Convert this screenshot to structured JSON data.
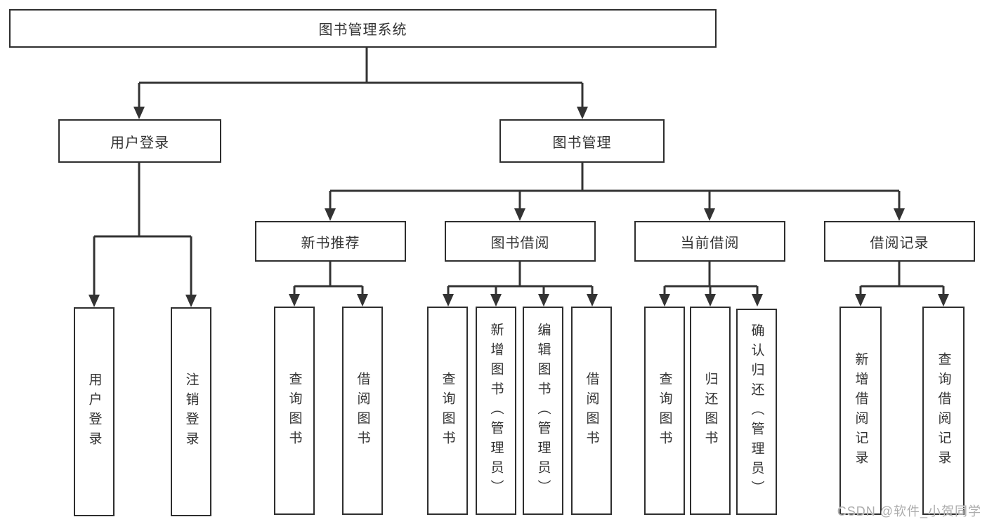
{
  "tree": {
    "root": {
      "label": "图书管理系统"
    },
    "branches": [
      {
        "label": "用户登录",
        "leaves": [
          {
            "label": "用户登录"
          },
          {
            "label": "注销登录"
          }
        ]
      },
      {
        "label": "图书管理",
        "groups": [
          {
            "label": "新书推荐",
            "leaves": [
              {
                "label": "查询图书"
              },
              {
                "label": "借阅图书"
              }
            ]
          },
          {
            "label": "图书借阅",
            "leaves": [
              {
                "label": "查询图书"
              },
              {
                "label": "新增图书（管理员）"
              },
              {
                "label": "编辑图书（管理员）"
              },
              {
                "label": "借阅图书"
              }
            ]
          },
          {
            "label": "当前借阅",
            "leaves": [
              {
                "label": "查询图书"
              },
              {
                "label": "归还图书"
              },
              {
                "label": "确认归还（管理员）"
              }
            ]
          },
          {
            "label": "借阅记录",
            "leaves": [
              {
                "label": "新增借阅记录"
              },
              {
                "label": "查询借阅记录"
              }
            ]
          }
        ]
      }
    ]
  },
  "watermark": {
    "text": "CSDN @软件_小贺同学"
  },
  "colors": {
    "line": "#333333",
    "border": "#2e2e2e",
    "text": "#333333",
    "watermark": "#acacac",
    "background": "#ffffff"
  }
}
